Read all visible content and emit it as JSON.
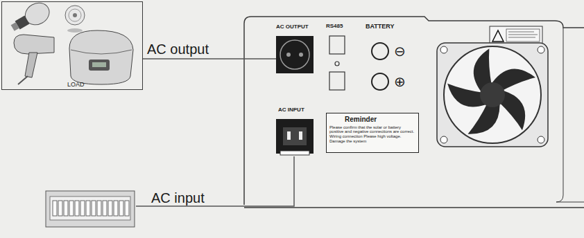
{
  "diagram": {
    "nodes": [
      {
        "text": [
          "LOAD"
        ]
      },
      {
        "text": [
          "AC OUTPUT"
        ]
      },
      {
        "text": [
          "AC INPUT"
        ]
      },
      {
        "text": [
          "Reminder",
          "Please confirm that the solar or battery positive and negative connections are correct. Wiring connection Please high voltage. Damage the system"
        ]
      }
    ],
    "edges": [
      {
        "from": 0,
        "to": 1,
        "label": "AC output",
        "arrow": "none"
      }
    ],
    "labels": [
      "RS485",
      "BATTERY",
      "⊖",
      "⊕",
      "AC input"
    ]
  }
}
